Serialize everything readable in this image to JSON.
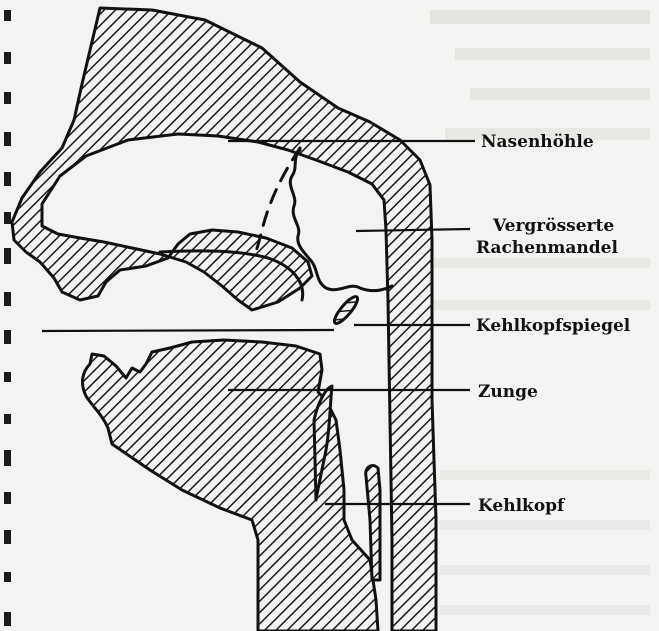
{
  "labels": {
    "nasal_cavity": "Nasenhöhle",
    "adenoid_line1": "Vergrösserte",
    "adenoid_line2": "Rachenmandel",
    "laryngeal_mirror": "Kehlkopfspiegel",
    "tongue": "Zunge",
    "larynx": "Kehlkopf"
  },
  "colors": {
    "ink": "#111111",
    "paper": "#f3f3f1"
  }
}
